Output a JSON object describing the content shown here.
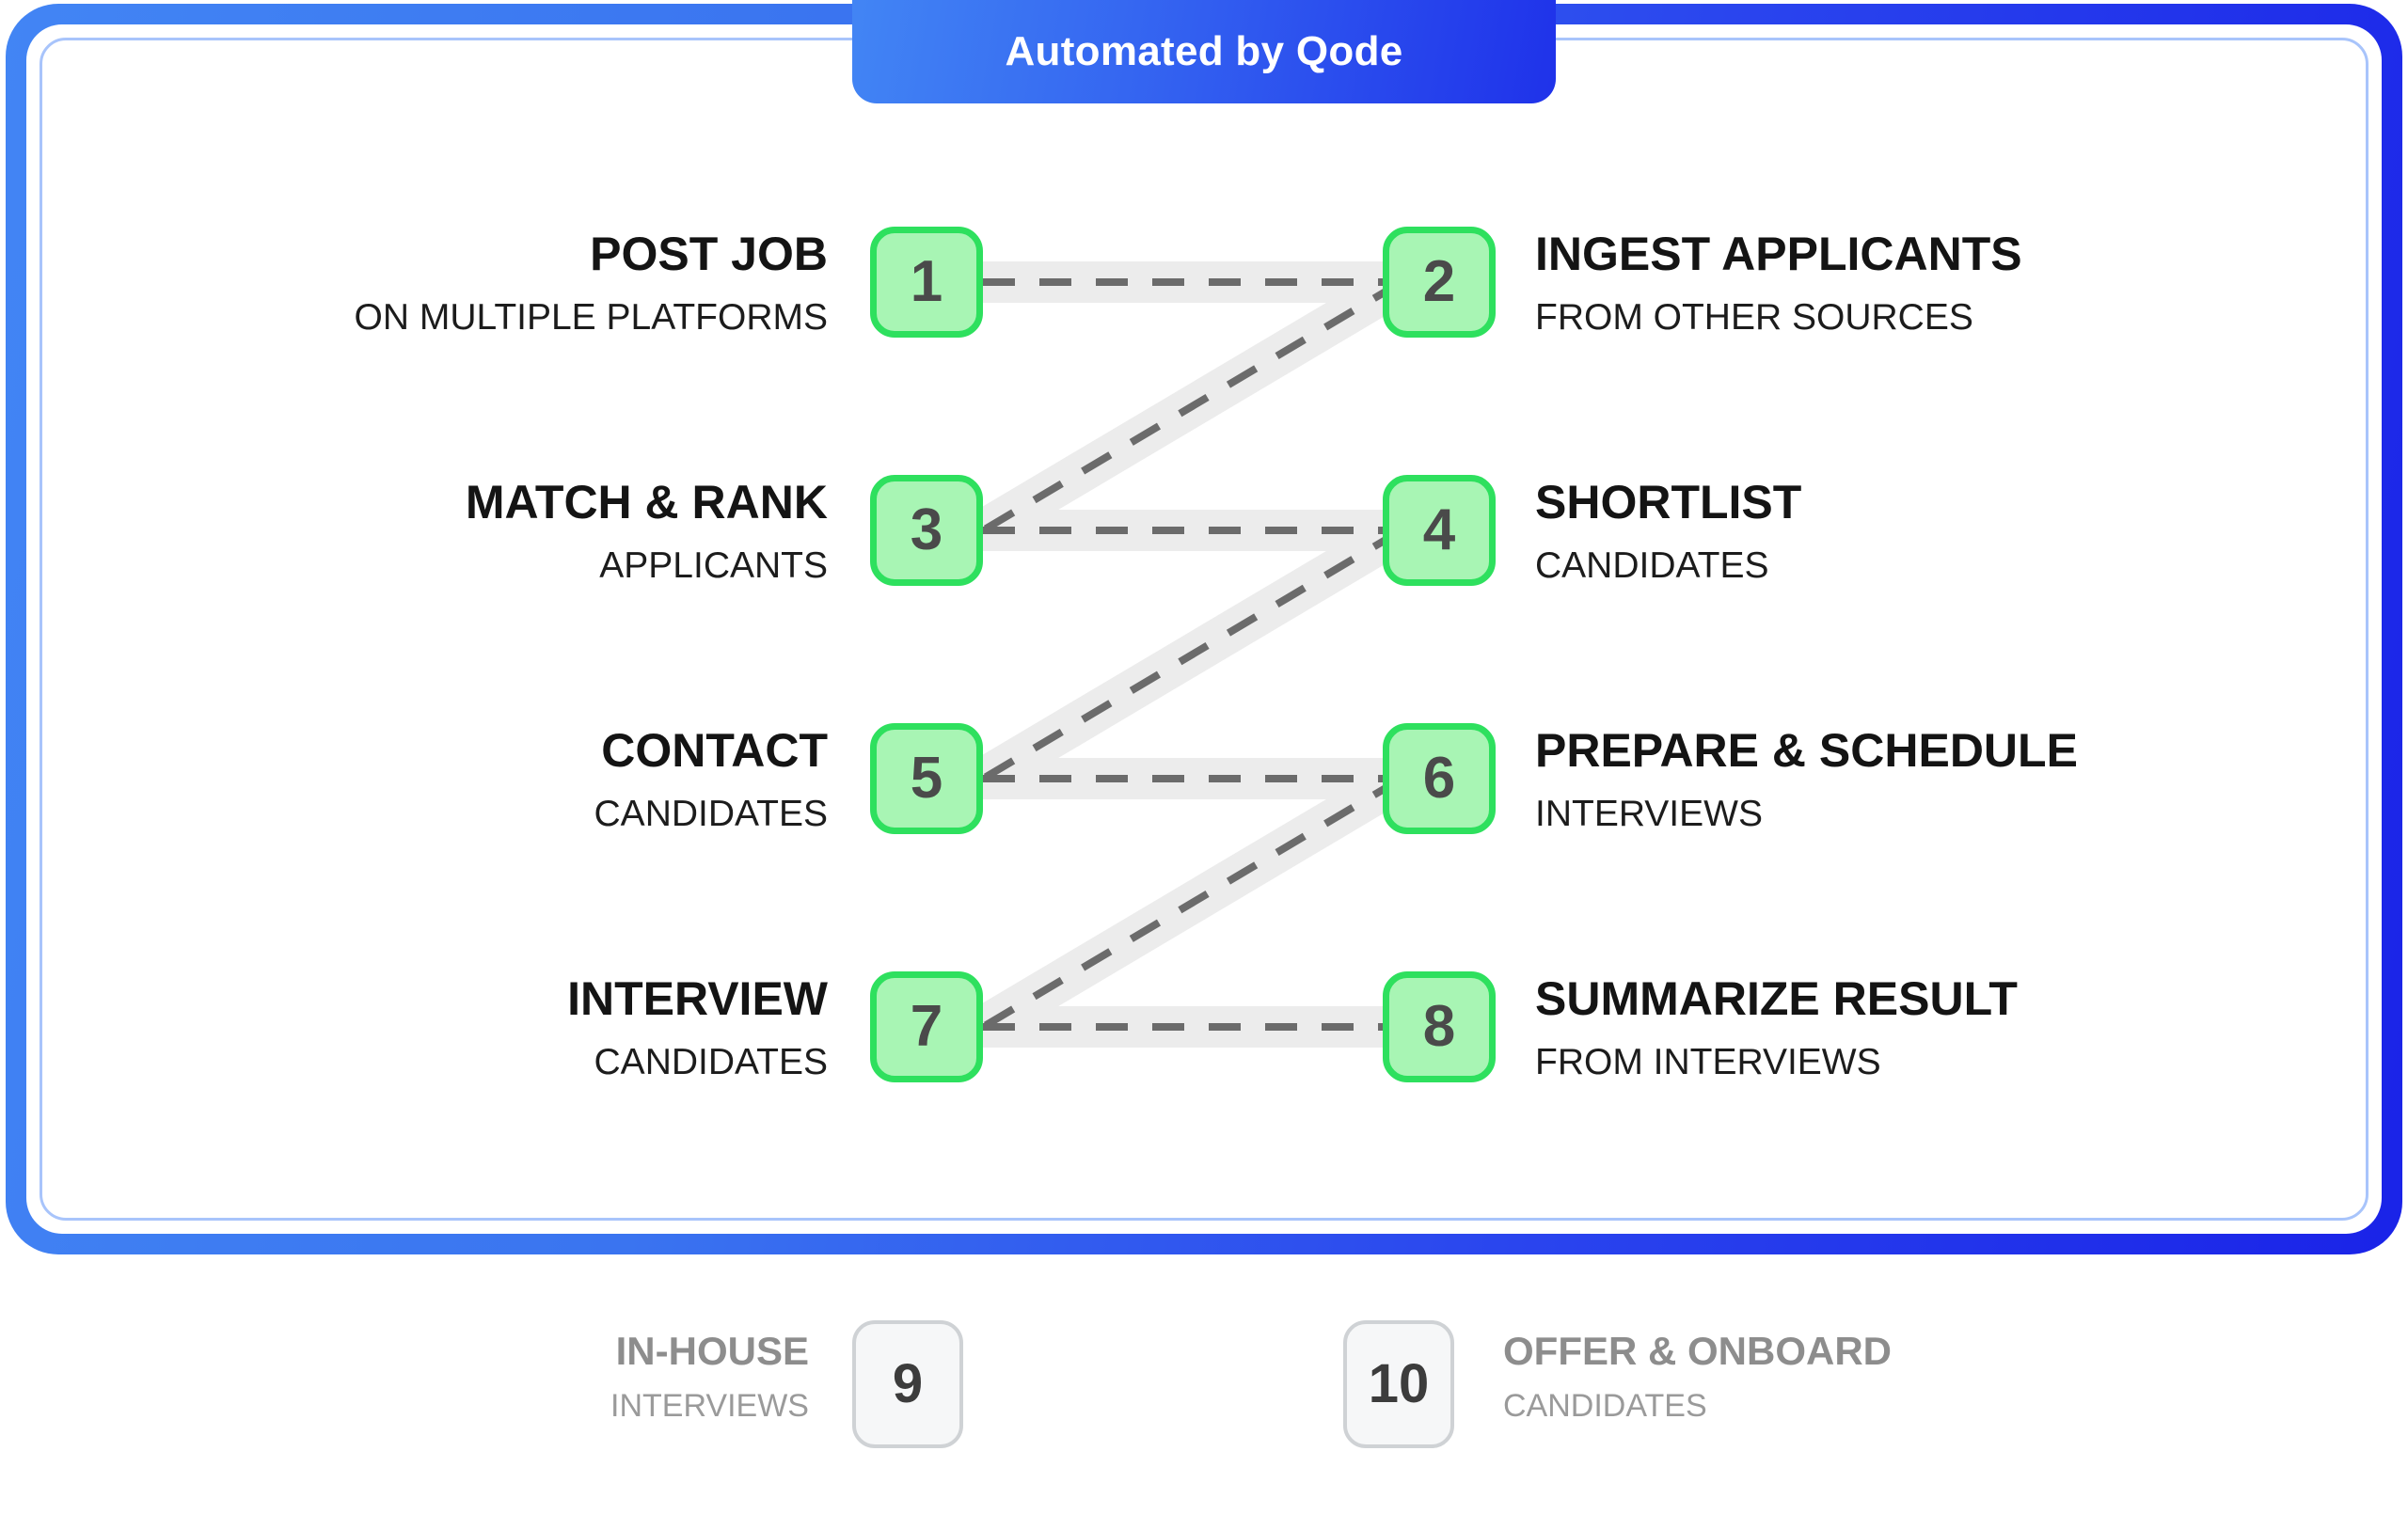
{
  "header": {
    "badge_label": "Automated by Qode"
  },
  "colors": {
    "frame_gradient_start": "#4285f4",
    "frame_gradient_end": "#1a23e8",
    "frame_inner_border": "#a8c4fb",
    "badge_fill": "#a8f5b4",
    "badge_border": "#2ee05e",
    "badge_number": "#4a4a4a",
    "connector_band": "#ececec",
    "connector_dash": "#6b6b6b",
    "manual_badge_fill": "#f6f7f8",
    "manual_badge_border": "#cfd2d5",
    "manual_text": "#8d8d8d",
    "title_text": "#141414"
  },
  "automated_steps": [
    {
      "number": "1",
      "title": "POST JOB",
      "subtitle": "ON MULTIPLE PLATFORMS",
      "side": "left"
    },
    {
      "number": "2",
      "title": "INGEST APPLICANTS",
      "subtitle": "FROM OTHER SOURCES",
      "side": "right"
    },
    {
      "number": "3",
      "title": "MATCH & RANK",
      "subtitle": "APPLICANTS",
      "side": "left"
    },
    {
      "number": "4",
      "title": "SHORTLIST",
      "subtitle": "CANDIDATES",
      "side": "right"
    },
    {
      "number": "5",
      "title": "CONTACT",
      "subtitle": "CANDIDATES",
      "side": "left"
    },
    {
      "number": "6",
      "title": "PREPARE & SCHEDULE",
      "subtitle": "INTERVIEWS",
      "side": "right"
    },
    {
      "number": "7",
      "title": "INTERVIEW",
      "subtitle": "CANDIDATES",
      "side": "left"
    },
    {
      "number": "8",
      "title": "SUMMARIZE RESULT",
      "subtitle": "FROM INTERVIEWS",
      "side": "right"
    }
  ],
  "manual_steps": [
    {
      "number": "9",
      "title": "IN-HOUSE",
      "subtitle": "INTERVIEWS",
      "side": "left"
    },
    {
      "number": "10",
      "title": "OFFER & ONBOARD",
      "subtitle": "CANDIDATES",
      "side": "right"
    }
  ],
  "flow_connections": [
    {
      "from": "1",
      "to": "2",
      "kind": "horizontal"
    },
    {
      "from": "2",
      "to": "3",
      "kind": "diagonal"
    },
    {
      "from": "3",
      "to": "4",
      "kind": "horizontal"
    },
    {
      "from": "4",
      "to": "5",
      "kind": "diagonal"
    },
    {
      "from": "5",
      "to": "6",
      "kind": "horizontal"
    },
    {
      "from": "6",
      "to": "7",
      "kind": "diagonal"
    },
    {
      "from": "7",
      "to": "8",
      "kind": "horizontal"
    }
  ]
}
